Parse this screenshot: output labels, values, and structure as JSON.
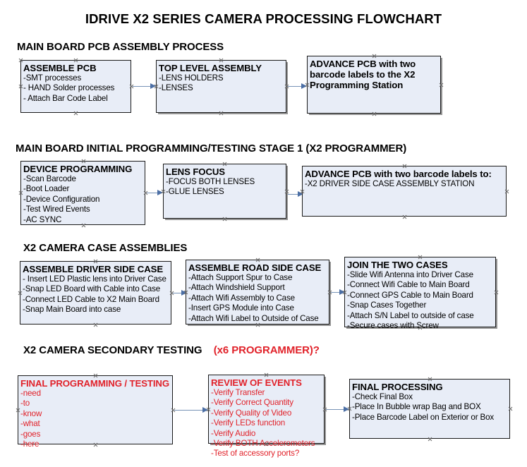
{
  "document": {
    "title": "IDRIVE X2  SERIES CAMERA PROCESSING FLOWCHART"
  },
  "colors": {
    "box_fill": "#E8EDF7",
    "box_border": "#1a1a1a",
    "arrow": "#4C6FA5",
    "accent_red": "#E1222A",
    "text": "#000000"
  },
  "sections": [
    {
      "header": "MAIN BOARD PCB ASSEMBLY PROCESS",
      "header_accent": "",
      "nodes": [
        {
          "title": "ASSEMBLE PCB",
          "items": [
            "-SMT processes",
            "- HAND Solder processes",
            "- Attach Bar Code Label"
          ]
        },
        {
          "title": "TOP LEVEL ASSEMBLY",
          "items": [
            "-LENS HOLDERS",
            "-LENSES"
          ]
        },
        {
          "title": "ADVANCE PCB with two barcode labels to the  X2 Programming Station",
          "items": []
        }
      ]
    },
    {
      "header": "MAIN BOARD INITIAL PROGRAMMING/TESTING STAGE 1 (X2 PROGRAMMER)",
      "header_accent": "",
      "nodes": [
        {
          "title": "DEVICE PROGRAMMING",
          "items": [
            "-Scan Barcode",
            "-Boot Loader",
            "-Device Configuration",
            "-Test Wired Events",
            "-AC SYNC"
          ]
        },
        {
          "title": "LENS FOCUS",
          "items": [
            "-FOCUS BOTH LENSES",
            "-GLUE LENSES"
          ]
        },
        {
          "title": "ADVANCE PCB with two barcode labels to:",
          "items": [
            "-X2 DRIVER  SIDE  CASE  ASSEMBLY STATION"
          ]
        }
      ]
    },
    {
      "header": "X2 CAMERA CASE ASSEMBLIES",
      "header_accent": "",
      "nodes": [
        {
          "title": "ASSEMBLE DRIVER SIDE CASE",
          "items": [
            "- Insert LED Plastic lens into Driver Case",
            "-Snap LED Board with Cable into Case",
            "-Connect LED Cable to X2 Main Board",
            "-Snap Main Board into case"
          ]
        },
        {
          "title": "ASSEMBLE ROAD SIDE CASE",
          "items": [
            "-Attach Support Spur to Case",
            "-Attach Windshield Support",
            "-Attach Wifi Assembly to Case",
            "-Insert GPS Module into Case",
            "-Attach Wifi Label to Outside of Case"
          ]
        },
        {
          "title": "JOIN THE TWO CASES",
          "items": [
            "-Slide Wifi Antenna into Driver Case",
            "-Connect Wifi Cable to Main Board",
            "-Connect GPS Cable to Main Board",
            "-Snap Cases Together",
            "-Attach S/N Label to outside of case",
            "-Secure cases with Screw"
          ]
        }
      ]
    },
    {
      "header": "X2 CAMERA SECONDARY TESTING",
      "header_accent": "(x6 PROGRAMMER)?",
      "nodes": [
        {
          "title": "FINAL PROGRAMMING / TESTING",
          "items": [
            "-need",
            "-to",
            "-know",
            "-what",
            "-goes",
            "-here"
          ]
        },
        {
          "title": "REVIEW OF EVENTS",
          "items": [
            "-Verify Transfer",
            "-Verify Correct Quantity",
            "-Verify Quality of Video",
            "-Verify LEDs function",
            "-Verify Audio",
            "-Verify BOTH Accelerometers",
            "-Test of accessory ports?"
          ]
        },
        {
          "title": "FINAL PROCESSING",
          "items": [
            " -Check Final Box",
            "-Place In Bubble wrap Bag and BOX",
            "-Place Barcode Label on Exterior or Box"
          ]
        }
      ]
    }
  ]
}
